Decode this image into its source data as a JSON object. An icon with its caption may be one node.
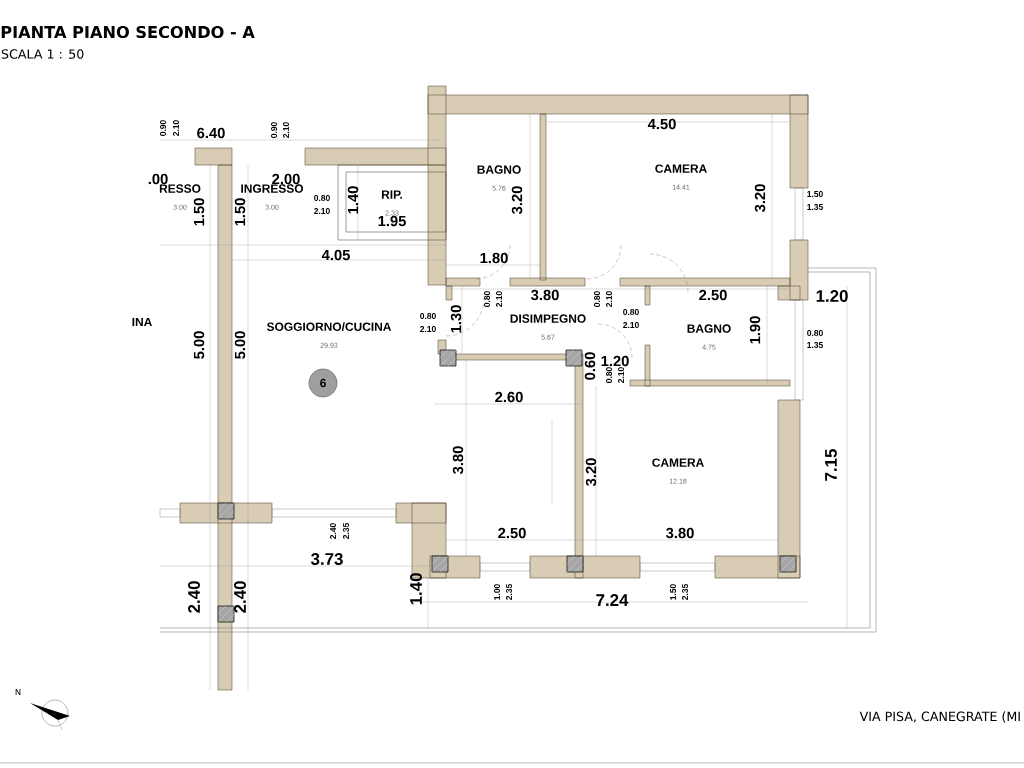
{
  "diagram": {
    "title": "PIANTA PIANO SECONDO - A",
    "nodes": [
      {
        "text": [
          "RESSO",
          "3.00"
        ]
      },
      {
        "text": [
          "INGRESSO",
          "3.00"
        ]
      },
      {
        "text": [
          "RIP.",
          "2.33"
        ]
      },
      {
        "text": [
          "BAGNO",
          "5.76"
        ]
      },
      {
        "text": [
          "CAMERA",
          "14.41"
        ]
      },
      {
        "text": [
          "INA"
        ]
      },
      {
        "text": [
          "SOGGIORNO/CUCINA",
          "29.93"
        ]
      },
      {
        "text": [
          "6"
        ]
      },
      {
        "text": [
          "DISIMPEGNO",
          "5.67"
        ]
      },
      {
        "text": [
          "BAGNO",
          "4.75"
        ]
      },
      {
        "text": [
          "CAMERA",
          "12.18"
        ]
      }
    ],
    "labels": [
      "SCALA 1 : 50",
      "6.40",
      "0.90",
      "2.10",
      "0.90",
      "2.10",
      ".00",
      "2.00",
      "0.80",
      "2.10",
      "1.50",
      "1.50",
      "1.40",
      "1.95",
      "4.05",
      "4.50",
      "3.20",
      "3.20",
      "1.50",
      "1.35",
      "1.80",
      "0.80",
      "2.10",
      "3.80",
      "0.80",
      "2.10",
      "2.50",
      "1.20",
      "0.80",
      "2.10",
      "1.30",
      "0.80",
      "2.10",
      "1.90",
      "0.80",
      "1.35",
      "0.60",
      "1.20",
      "0.80",
      "2.10",
      "5.00",
      "5.00",
      "2.60",
      "3.80",
      "3.20",
      "7.15",
      "2.40",
      "2.35",
      "3.73",
      "2.50",
      "3.80",
      "2.40",
      "2.40",
      "1.40",
      "1.00",
      "2.35",
      "1.50",
      "2.35",
      "7.24",
      "N",
      "VIA PISA, CANEGRATE (MI"
    ]
  }
}
